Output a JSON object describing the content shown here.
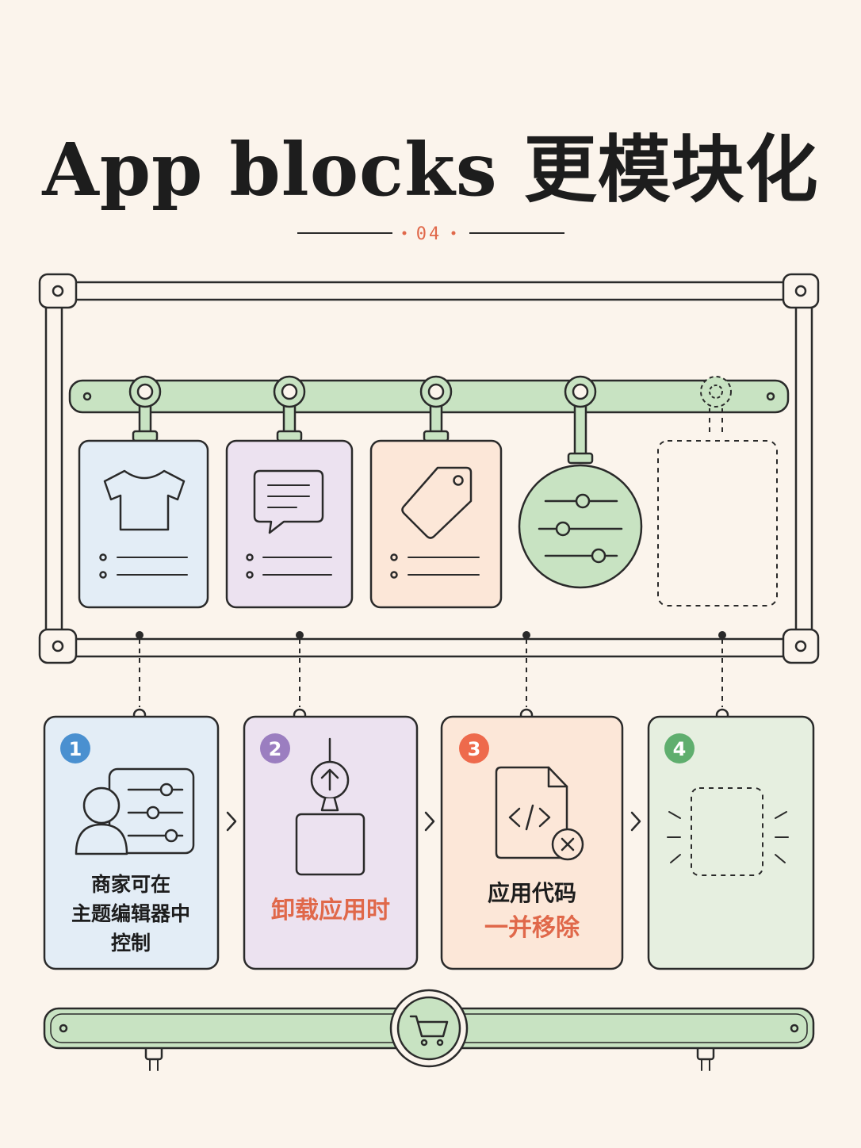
{
  "header": {
    "title": "App blocks 更模块化",
    "page_number": "04"
  },
  "colors": {
    "background": "#fbf4ec",
    "outline": "#2a2a2a",
    "blue_card": "#e3edf6",
    "purple_card": "#ece2f0",
    "orange_card": "#fce7d8",
    "green_card": "#e6efe0",
    "green_rail": "#c8e3c2",
    "accent_orange": "#e0684a",
    "badge_blue": "#4a90d0",
    "badge_purple": "#9b7ec0",
    "badge_orange": "#ee6a4c",
    "badge_green": "#5fae6e"
  },
  "hanging_blocks": [
    {
      "icon": "tshirt-icon",
      "color": "blue"
    },
    {
      "icon": "chat-bubble-icon",
      "color": "purple"
    },
    {
      "icon": "price-tag-icon",
      "color": "orange"
    },
    {
      "icon": "sliders-icon",
      "color": "green"
    },
    {
      "icon": "empty-slot",
      "color": "none"
    }
  ],
  "steps": [
    {
      "number": "1",
      "icon": "user-settings-icon",
      "lines": [
        "商家可在",
        "主题编辑器中",
        "控制"
      ],
      "highlight": []
    },
    {
      "number": "2",
      "icon": "unmount-box-icon",
      "lines": [],
      "highlight": [
        "卸载应用时"
      ]
    },
    {
      "number": "3",
      "icon": "code-file-remove-icon",
      "lines": [
        "应用代码"
      ],
      "highlight": [
        "一并移除"
      ]
    },
    {
      "number": "4",
      "icon": "empty-block-icon",
      "lines": [],
      "highlight": []
    }
  ],
  "bottom_rail": {
    "icon": "shopping-cart-icon"
  }
}
